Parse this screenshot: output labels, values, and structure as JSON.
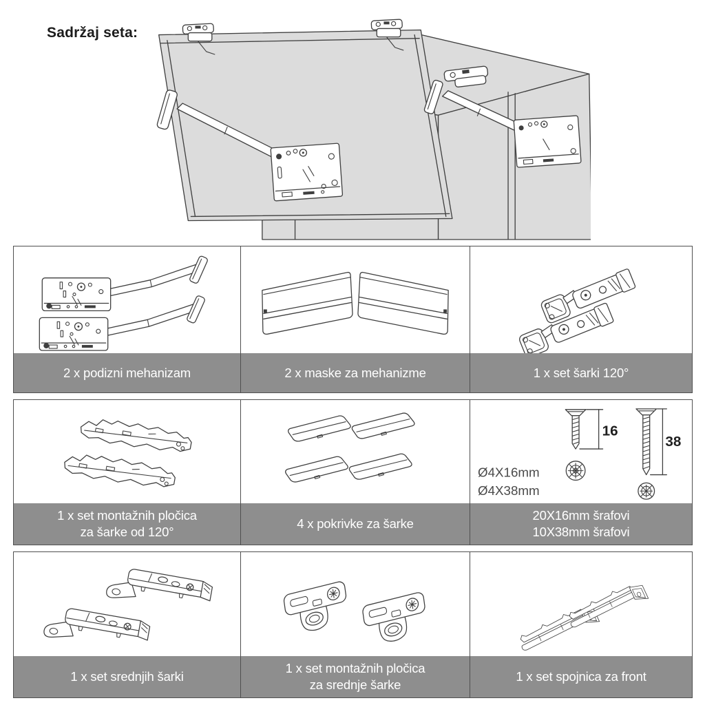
{
  "title": "Sadržaj seta:",
  "colors": {
    "caption_bg": "#8e8e8e",
    "caption_text": "#ffffff",
    "grid_border": "#4f4f4f",
    "line_art": "#3f3f3f",
    "cabinet_fill": "#dcdcdc"
  },
  "diagram": {
    "name": "cabinet-lift-up-door-illustration"
  },
  "cells": [
    {
      "id": "lift-mechanisms",
      "icon": "lift-mechanism-icon",
      "caption_lines": [
        "2 x podizni mehanizam"
      ]
    },
    {
      "id": "mechanism-covers",
      "icon": "mechanism-cover-icon",
      "caption_lines": [
        "2 x maske za mehanizme"
      ]
    },
    {
      "id": "hinge-set-120",
      "icon": "cup-hinge-icon",
      "caption_lines": [
        "1 x set šarki 120°"
      ]
    },
    {
      "id": "mounting-plates-120",
      "icon": "mounting-plate-rail-icon",
      "caption_lines": [
        "1 x set montažnih pločica",
        "za šarke od 120°"
      ]
    },
    {
      "id": "hinge-covers",
      "icon": "hinge-cover-cap-icon",
      "caption_lines": [
        "4 x pokrivke za šarke"
      ]
    },
    {
      "id": "screws",
      "icon": "screws-icon",
      "caption_lines": [
        "20X16mm šrafovi",
        "10X38mm šrafovi"
      ],
      "labels": {
        "dia_small": "Ø4X16mm",
        "dia_large": "Ø4X38mm",
        "len_small": "16",
        "len_large": "38"
      }
    },
    {
      "id": "middle-hinges",
      "icon": "middle-hinge-icon",
      "caption_lines": [
        "1 x set srednjih šarki"
      ]
    },
    {
      "id": "middle-mounting-plates",
      "icon": "cross-mounting-plate-icon",
      "caption_lines": [
        "1 x set montažnih pločica",
        "za srednje šarke"
      ]
    },
    {
      "id": "front-connectors",
      "icon": "front-connector-icon",
      "caption_lines": [
        "1 x set spojnica za front"
      ]
    }
  ]
}
